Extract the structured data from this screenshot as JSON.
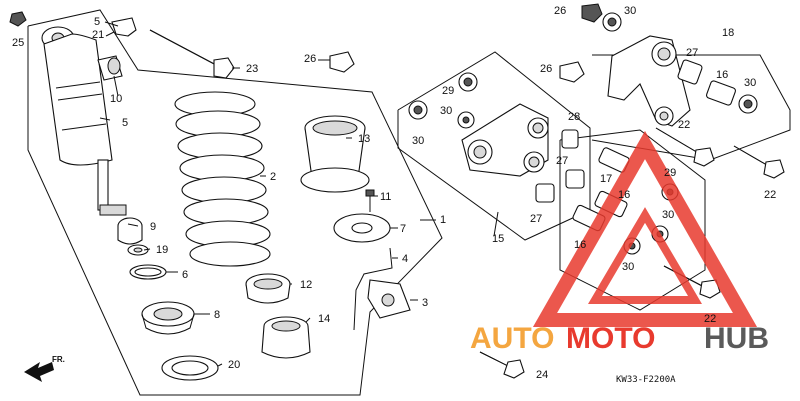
{
  "diagram": {
    "code": "KW33-F2200A",
    "front_label": "FR.",
    "callouts": [
      "1",
      "2",
      "3",
      "4",
      "5",
      "6",
      "7",
      "8",
      "9",
      "10",
      "11",
      "12",
      "13",
      "14",
      "15",
      "16",
      "17",
      "18",
      "19",
      "20",
      "21",
      "22",
      "23",
      "24",
      "25",
      "26",
      "27",
      "28",
      "29",
      "30"
    ]
  },
  "watermark": {
    "part1": "AUTO",
    "part2": "MOTO",
    "part3": "HUB",
    "color_red": "#e83a2e",
    "color_orange": "#f4a640",
    "color_gray": "#5a5a5a"
  }
}
